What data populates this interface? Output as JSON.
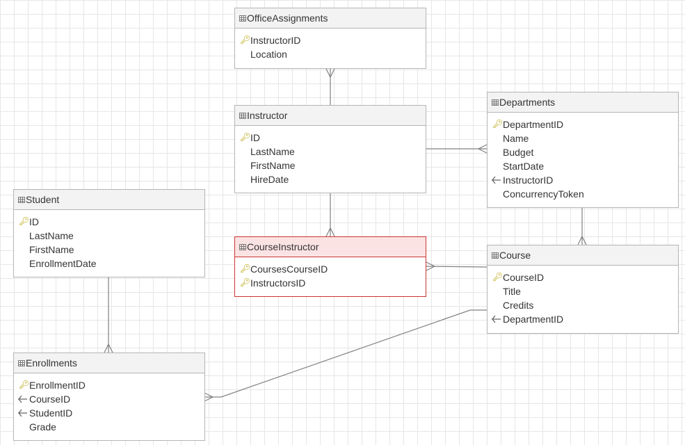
{
  "diagram": {
    "entities": {
      "office_assignments": {
        "name": "OfficeAssignments",
        "fields": [
          {
            "name": "InstructorID",
            "key": "pk"
          },
          {
            "name": "Location",
            "key": ""
          }
        ]
      },
      "instructor": {
        "name": "Instructor",
        "fields": [
          {
            "name": "ID",
            "key": "pk"
          },
          {
            "name": "LastName",
            "key": ""
          },
          {
            "name": "FirstName",
            "key": ""
          },
          {
            "name": "HireDate",
            "key": ""
          }
        ]
      },
      "departments": {
        "name": "Departments",
        "fields": [
          {
            "name": "DepartmentID",
            "key": "pk"
          },
          {
            "name": "Name",
            "key": ""
          },
          {
            "name": "Budget",
            "key": ""
          },
          {
            "name": "StartDate",
            "key": ""
          },
          {
            "name": "InstructorID",
            "key": "fk"
          },
          {
            "name": "ConcurrencyToken",
            "key": ""
          }
        ]
      },
      "student": {
        "name": "Student",
        "fields": [
          {
            "name": "ID",
            "key": "pk"
          },
          {
            "name": "LastName",
            "key": ""
          },
          {
            "name": "FirstName",
            "key": ""
          },
          {
            "name": "EnrollmentDate",
            "key": ""
          }
        ]
      },
      "course_instructor": {
        "name": "CourseInstructor",
        "selected": true,
        "fields": [
          {
            "name": "CoursesCourseID",
            "key": "pk"
          },
          {
            "name": "InstructorsID",
            "key": "pk"
          }
        ]
      },
      "course": {
        "name": "Course",
        "fields": [
          {
            "name": "CourseID",
            "key": "pk"
          },
          {
            "name": "Title",
            "key": ""
          },
          {
            "name": "Credits",
            "key": ""
          },
          {
            "name": "DepartmentID",
            "key": "fk"
          }
        ]
      },
      "enrollments": {
        "name": "Enrollments",
        "fields": [
          {
            "name": "EnrollmentID",
            "key": "pk"
          },
          {
            "name": "CourseID",
            "key": "fk"
          },
          {
            "name": "StudentID",
            "key": "fk"
          },
          {
            "name": "Grade",
            "key": ""
          }
        ]
      }
    },
    "relationships": [
      {
        "from": "instructor",
        "to": "office_assignments"
      },
      {
        "from": "instructor",
        "to": "departments"
      },
      {
        "from": "instructor",
        "to": "course_instructor"
      },
      {
        "from": "departments",
        "to": "course"
      },
      {
        "from": "course",
        "to": "course_instructor"
      },
      {
        "from": "student",
        "to": "enrollments"
      },
      {
        "from": "course",
        "to": "enrollments"
      }
    ],
    "colors": {
      "key_icon": "#b5a100",
      "selected_border": "#cc3333",
      "selected_header": "#fbe3e3",
      "connector": "#808080"
    },
    "icons": {
      "table": "table-icon",
      "primary_key": "key-icon",
      "foreign_key": "foreign-key-icon"
    }
  }
}
